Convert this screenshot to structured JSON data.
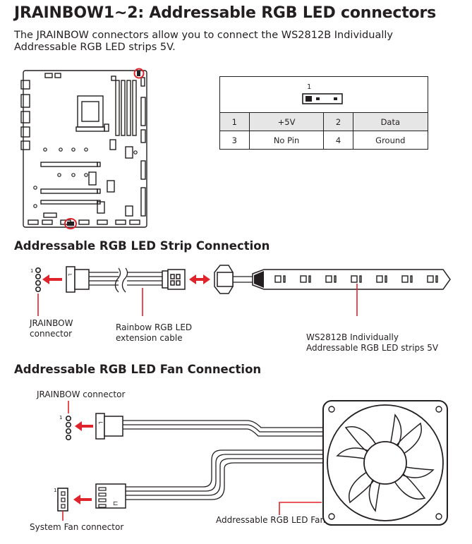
{
  "title": "JRAINBOW1~2: Addressable RGB LED connectors",
  "intro": "The JRAINBOW connectors allow you to connect the WS2812B Individually Addressable RGB LED strips 5V.",
  "pin_header_label": "1",
  "pin_table": {
    "rows": [
      [
        "1",
        "+5V",
        "2",
        "Data"
      ],
      [
        "3",
        "No Pin",
        "4",
        "Ground"
      ]
    ]
  },
  "strip_section": {
    "heading": "Addressable RGB LED Strip Connection",
    "pin1_label": "1",
    "connector_label_line1": "JRAINBOW",
    "connector_label_line2": "connector",
    "cable_label_line1": "Rainbow RGB LED",
    "cable_label_line2": "extension cable",
    "strip_label_line1": "WS2812B Individually",
    "strip_label_line2": "Addressable RGB LED strips 5V"
  },
  "fan_section": {
    "heading": "Addressable RGB LED Fan Connection",
    "jrainbow_label": "JRAINBOW connector",
    "pin1_label_top": "1",
    "pin1_label_bottom": "1",
    "sysfan_label": "System Fan connector",
    "fan_label": "Addressable RGB LED Fan"
  },
  "colors": {
    "accent_red": "#e0242b",
    "line": "#231f20",
    "header_fill": "#e6e6e6"
  }
}
